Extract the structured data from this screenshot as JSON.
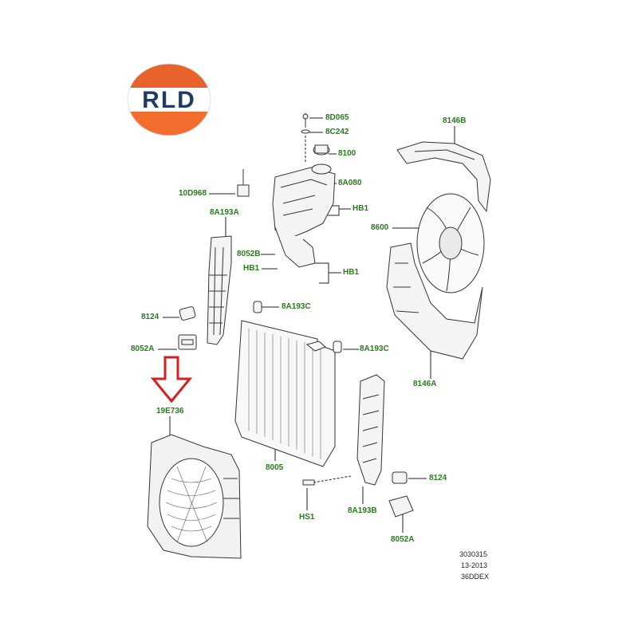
{
  "logo": {
    "text": "RLD",
    "colors": {
      "top": "#e8622c",
      "bottom": "#f26d2d",
      "band": "#ffffff",
      "text": "#1f3a63"
    }
  },
  "highlight": {
    "arrow_color": "#d42020",
    "label": "19E736"
  },
  "callouts": [
    {
      "id": "8D065",
      "text": "8D065"
    },
    {
      "id": "8C242",
      "text": "8C242"
    },
    {
      "id": "8100",
      "text": "8100"
    },
    {
      "id": "8A080",
      "text": "8A080"
    },
    {
      "id": "10D968",
      "text": "10D968"
    },
    {
      "id": "HB1-a",
      "text": "HB1"
    },
    {
      "id": "8A193A",
      "text": "8A193A"
    },
    {
      "id": "8052B",
      "text": "8052B"
    },
    {
      "id": "HB1-b",
      "text": "HB1"
    },
    {
      "id": "HB1-c",
      "text": "HB1"
    },
    {
      "id": "8A193C",
      "text": "8A193C"
    },
    {
      "id": "8124-a",
      "text": "8124"
    },
    {
      "id": "8052A-a",
      "text": "8052A"
    },
    {
      "id": "8A193C-b",
      "text": "8A193C"
    },
    {
      "id": "8146B",
      "text": "8146B"
    },
    {
      "id": "8600",
      "text": "8600"
    },
    {
      "id": "8146A",
      "text": "8146A"
    },
    {
      "id": "19E736",
      "text": "19E736"
    },
    {
      "id": "8005",
      "text": "8005"
    },
    {
      "id": "HS1",
      "text": "HS1"
    },
    {
      "id": "8A193B",
      "text": "8A193B"
    },
    {
      "id": "8124-b",
      "text": "8124"
    },
    {
      "id": "8052A-b",
      "text": "8052A"
    }
  ],
  "reference": {
    "line1": "3030315",
    "line2": "13-2013",
    "line3": "36DDEX"
  },
  "colors": {
    "label": "#2a7a1e",
    "line": "#222222",
    "part": "#333333"
  }
}
